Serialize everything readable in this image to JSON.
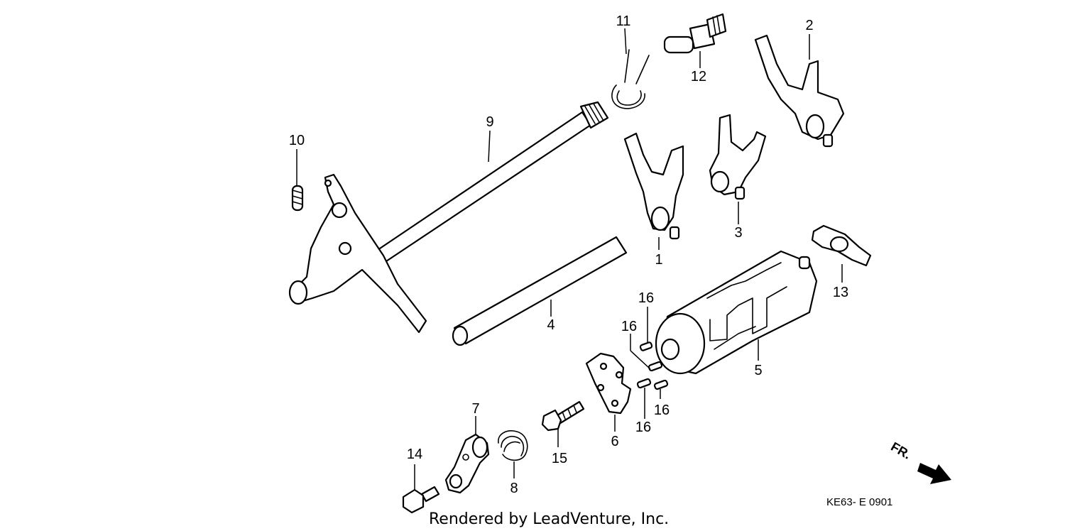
{
  "diagram": {
    "callouts": [
      {
        "id": "1",
        "label": "1"
      },
      {
        "id": "2",
        "label": "2"
      },
      {
        "id": "3",
        "label": "3"
      },
      {
        "id": "4",
        "label": "4"
      },
      {
        "id": "5",
        "label": "5"
      },
      {
        "id": "6",
        "label": "6"
      },
      {
        "id": "7",
        "label": "7"
      },
      {
        "id": "8",
        "label": "8"
      },
      {
        "id": "9",
        "label": "9"
      },
      {
        "id": "10",
        "label": "10"
      },
      {
        "id": "11",
        "label": "11"
      },
      {
        "id": "12",
        "label": "12"
      },
      {
        "id": "13",
        "label": "13"
      },
      {
        "id": "14",
        "label": "14"
      },
      {
        "id": "15",
        "label": "15"
      },
      {
        "id": "16a",
        "label": "16"
      },
      {
        "id": "16b",
        "label": "16"
      },
      {
        "id": "16c",
        "label": "16"
      },
      {
        "id": "16d",
        "label": "16"
      }
    ],
    "direction_label": "FR.",
    "diagram_code": "KE63- E 0901",
    "watermark": "Rendered by LeadVenture, Inc."
  }
}
